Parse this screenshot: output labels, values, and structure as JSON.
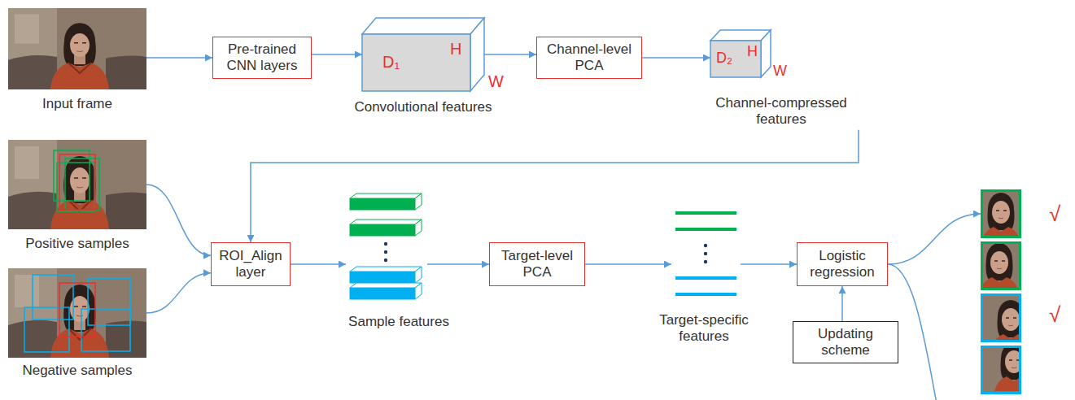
{
  "diagram": {
    "nodes": [
      {
        "text": [
          "Input frame"
        ]
      },
      {
        "text": [
          "Pre-trained CNN layers"
        ]
      },
      {
        "text": [
          "D₁",
          "H",
          "W",
          "Convolutional features"
        ]
      },
      {
        "text": [
          "Channel-level PCA"
        ]
      },
      {
        "text": [
          "D₂",
          "H",
          "W",
          "Channel-compressed features"
        ]
      },
      {
        "text": [
          "Positive samples"
        ]
      },
      {
        "text": [
          "Negative samples"
        ]
      },
      {
        "text": [
          "ROI_Align layer"
        ]
      },
      {
        "text": [
          "Sample features"
        ]
      },
      {
        "text": [
          "Target-level PCA"
        ]
      },
      {
        "text": [
          "Target-specific features"
        ]
      },
      {
        "text": [
          "Logistic regression"
        ]
      },
      {
        "text": [
          "Updating scheme"
        ]
      },
      {
        "text": [
          "√"
        ]
      },
      {
        "text": [
          "√"
        ]
      },
      {
        "text": [
          "×"
        ]
      },
      {
        "text": [
          "×"
        ]
      }
    ],
    "edges": [
      {
        "from": 0,
        "to": 1,
        "arrow": "to"
      },
      {
        "from": 1,
        "to": 2,
        "arrow": "to"
      },
      {
        "from": 2,
        "to": 3,
        "arrow": "to"
      },
      {
        "from": 3,
        "to": 4,
        "arrow": "to"
      },
      {
        "from": 4,
        "to": 7,
        "arrow": "to"
      },
      {
        "from": 5,
        "to": 7,
        "arrow": "to"
      },
      {
        "from": 6,
        "to": 7,
        "arrow": "to"
      },
      {
        "from": 7,
        "to": 8,
        "arrow": "to"
      },
      {
        "from": 8,
        "to": 9,
        "arrow": "to"
      },
      {
        "from": 9,
        "to": 10,
        "arrow": "to"
      },
      {
        "from": 10,
        "to": 11,
        "arrow": "to"
      },
      {
        "from": 12,
        "to": 11,
        "arrow": "to"
      },
      {
        "from": 11,
        "to": 13,
        "arrow": "to"
      },
      {
        "from": 11,
        "to": 16,
        "arrow": "to"
      }
    ]
  }
}
